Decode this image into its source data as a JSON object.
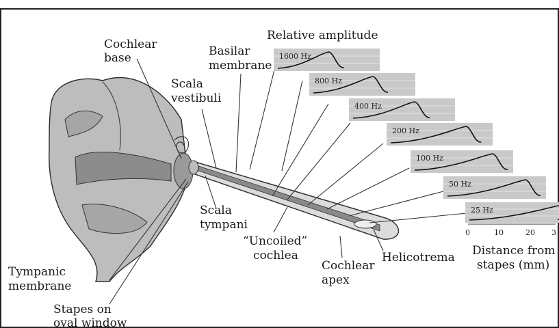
{
  "labels": {
    "relative_amplitude": "Relative amplitude",
    "cochlear_base_1": "Cochlear",
    "cochlear_base_2": "base",
    "basilar_membrane_1": "Basilar",
    "basilar_membrane_2": "membrane",
    "scala_vestibuli_1": "Scala",
    "scala_vestibuli_2": "vestibuli",
    "scala_tympani_1": "Scala",
    "scala_tympani_2": "tympani",
    "uncoiled_cochlea_1": "“Uncoiled”",
    "uncoiled_cochlea_2": "cochlea",
    "cochlear_apex_1": "Cochlear",
    "cochlear_apex_2": "apex",
    "helicotrema": "Helicotrema",
    "tympanic_membrane_1": "Tympanic",
    "tympanic_membrane_2": "membrane",
    "stapes_1": "Stapes on",
    "stapes_2": "oval window",
    "distance_1": "Distance from",
    "distance_2": "stapes (mm)"
  },
  "frequency_panels": [
    {
      "label": "1600 Hz"
    },
    {
      "label": "800 Hz"
    },
    {
      "label": "400 Hz"
    },
    {
      "label": "200 Hz"
    },
    {
      "label": "100 Hz"
    },
    {
      "label": "50 Hz"
    },
    {
      "label": "25 Hz"
    }
  ],
  "distance_axis": {
    "ticks": [
      "0",
      "10",
      "20",
      "3"
    ]
  },
  "colors": {
    "panel_fill": "#c9c9c9",
    "line": "#111111",
    "cochlea_fill": "#dcdcdc",
    "ear_fill": "#bdbdbd"
  }
}
